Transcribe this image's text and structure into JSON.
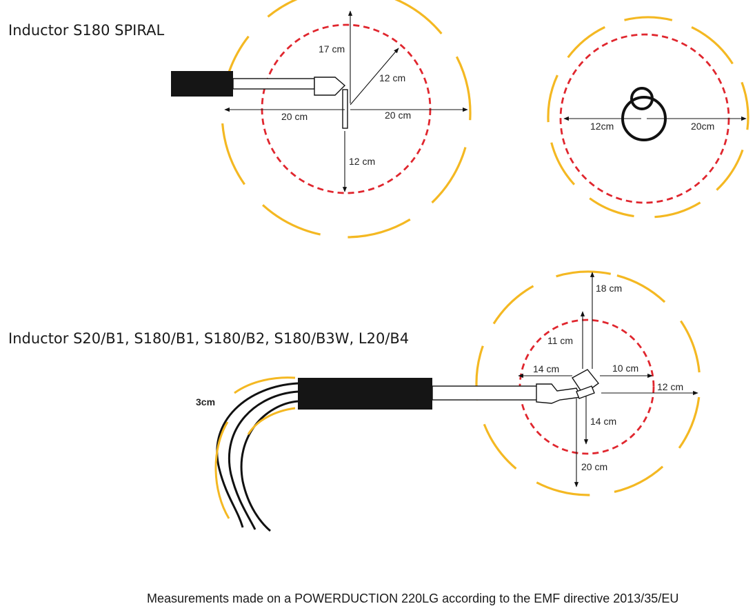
{
  "titles": {
    "spiral": "Inductor S180 SPIRAL",
    "multi": "Inductor S20/B1, S180/B1, S180/B2, S180/B3W, L20/B4"
  },
  "footnote": "Measurements made on a POWERDUCTION 220LG according to the EMF directive 2013/35/EU",
  "spiral_side_labels": {
    "top": "17 cm",
    "diagonal": "12 cm",
    "left": "20 cm",
    "right": "20 cm",
    "bottom": "12 cm"
  },
  "spiral_front_labels": {
    "left": "12cm",
    "right": "20cm"
  },
  "multi_labels": {
    "outer_top": "18 cm",
    "inner_top": "11 cm",
    "inner_left": "14 cm",
    "inner_right": "10 cm",
    "outer_right": "12 cm",
    "inner_bottom": "14 cm",
    "outer_bottom": "20 cm",
    "cable": "3cm"
  },
  "colors": {
    "outer_zone": "#f4b822",
    "inner_zone": "#e0262e"
  }
}
